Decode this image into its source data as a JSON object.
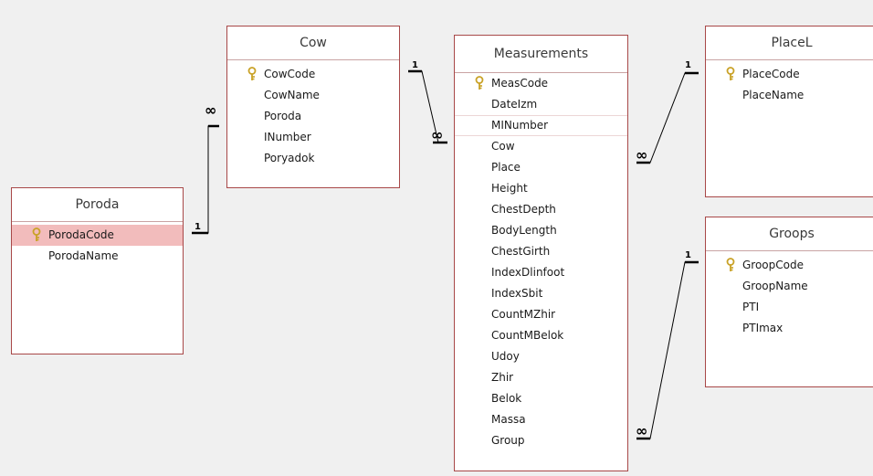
{
  "tables": {
    "poroda": {
      "title": "Poroda",
      "fields": [
        {
          "name": "PorodaCode",
          "key": true,
          "selected": true
        },
        {
          "name": "PorodaName",
          "key": false
        }
      ]
    },
    "cow": {
      "title": "Cow",
      "fields": [
        {
          "name": "CowCode",
          "key": true
        },
        {
          "name": "CowName",
          "key": false
        },
        {
          "name": "Poroda",
          "key": false
        },
        {
          "name": "INumber",
          "key": false
        },
        {
          "name": "Poryadok",
          "key": false
        }
      ]
    },
    "measurements": {
      "title": "Measurements",
      "fields": [
        {
          "name": "MeasCode",
          "key": true
        },
        {
          "name": "DateIzm",
          "key": false
        },
        {
          "name": "MINumber",
          "key": false,
          "boxed": true
        },
        {
          "name": "Cow",
          "key": false
        },
        {
          "name": "Place",
          "key": false
        },
        {
          "name": "Height",
          "key": false
        },
        {
          "name": "ChestDepth",
          "key": false
        },
        {
          "name": "BodyLength",
          "key": false
        },
        {
          "name": "ChestGirth",
          "key": false
        },
        {
          "name": "IndexDlinfoot",
          "key": false
        },
        {
          "name": "IndexSbit",
          "key": false
        },
        {
          "name": "CountMZhir",
          "key": false
        },
        {
          "name": "CountMBelok",
          "key": false
        },
        {
          "name": "Udoy",
          "key": false
        },
        {
          "name": "Zhir",
          "key": false
        },
        {
          "name": "Belok",
          "key": false
        },
        {
          "name": "Massa",
          "key": false
        },
        {
          "name": "Group",
          "key": false
        }
      ]
    },
    "placel": {
      "title": "PlaceL",
      "fields": [
        {
          "name": "PlaceCode",
          "key": true
        },
        {
          "name": "PlaceName",
          "key": false
        }
      ]
    },
    "groops": {
      "title": "Groops",
      "fields": [
        {
          "name": "GroopCode",
          "key": true
        },
        {
          "name": "GroopName",
          "key": false
        },
        {
          "name": "PTI",
          "key": false
        },
        {
          "name": "PTImax",
          "key": false
        }
      ]
    }
  },
  "relationships": [
    {
      "from": "Poroda.PorodaCode",
      "to": "Cow.Poroda",
      "one_label": "1",
      "many_label": "∞"
    },
    {
      "from": "Cow.CowCode",
      "to": "Measurements.Cow",
      "one_label": "1",
      "many_label": "∞"
    },
    {
      "from": "PlaceL.PlaceCode",
      "to": "Measurements.Place",
      "one_label": "1",
      "many_label": "∞"
    },
    {
      "from": "Groops.GroopCode",
      "to": "Measurements.Group",
      "one_label": "1",
      "many_label": "∞"
    }
  ],
  "colors": {
    "border": "#a84848",
    "selected_row": "#f2bcbc",
    "key_icon": "#c9a227",
    "background": "#f0f0f0"
  }
}
